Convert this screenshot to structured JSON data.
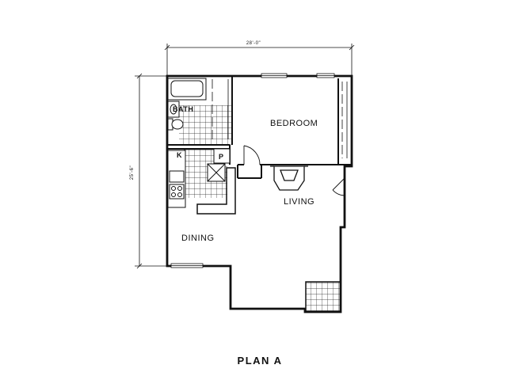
{
  "dimensions": {
    "width": "28'-0\"",
    "depth": "25'-6\""
  },
  "rooms": {
    "bath": "BATH",
    "bedroom": "BEDROOM",
    "living": "LIVING",
    "dining": "DINING",
    "kitchen": "K",
    "pantry": "P"
  },
  "plan_title": "PLAN A",
  "colors": {
    "ink": "#111111",
    "background": "#ffffff"
  }
}
